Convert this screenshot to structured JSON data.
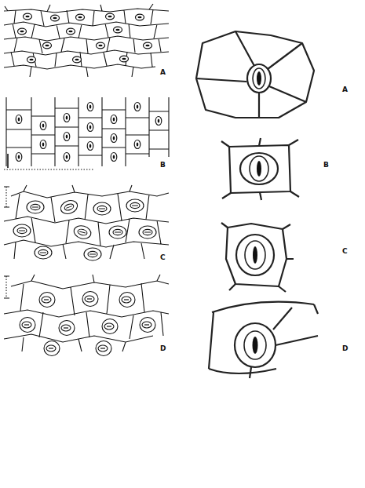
{
  "diagram": {
    "labels": [
      "A",
      "B",
      "C",
      "D",
      "A",
      "B",
      "C",
      "D"
    ]
  }
}
